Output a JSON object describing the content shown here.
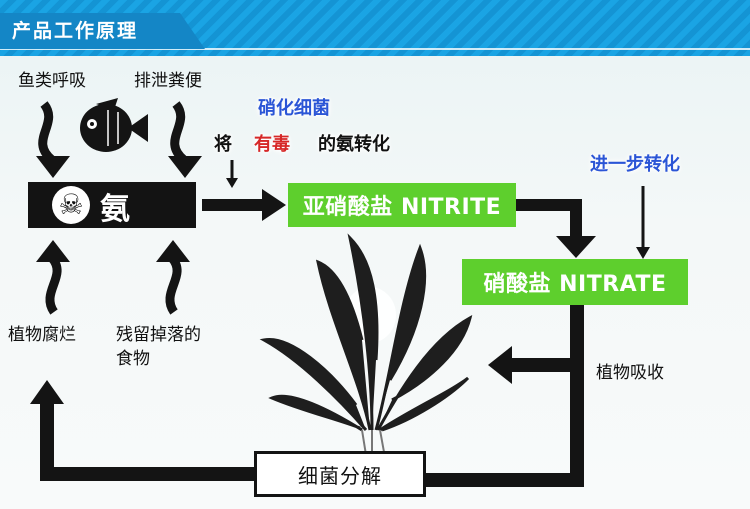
{
  "header": {
    "title": "产品工作原理"
  },
  "labels": {
    "fish_breathing": "鱼类呼吸",
    "excretion": "排泄粪便",
    "plant_decay": "植物腐烂",
    "leftover_food_line1": "残留掉落的",
    "leftover_food_line2": "食物",
    "plant_absorb": "植物吸收",
    "nitrifying_bacteria": "硝化细菌",
    "convert_prefix": "将",
    "convert_toxic": "有毒",
    "convert_suffix": "的氨转化",
    "further_convert": "进一步转化"
  },
  "nodes": {
    "ammonia": "氨",
    "nitrite": "亚硝酸盐 NITRITE",
    "nitrate": "硝酸盐 NITRATE",
    "decomposition": "细菌分解"
  },
  "colors": {
    "header_blue": "#1486c6",
    "green_box": "#5ecf2d",
    "toxic_red": "#d62828",
    "bacteria_blue": "#2b55d6"
  }
}
